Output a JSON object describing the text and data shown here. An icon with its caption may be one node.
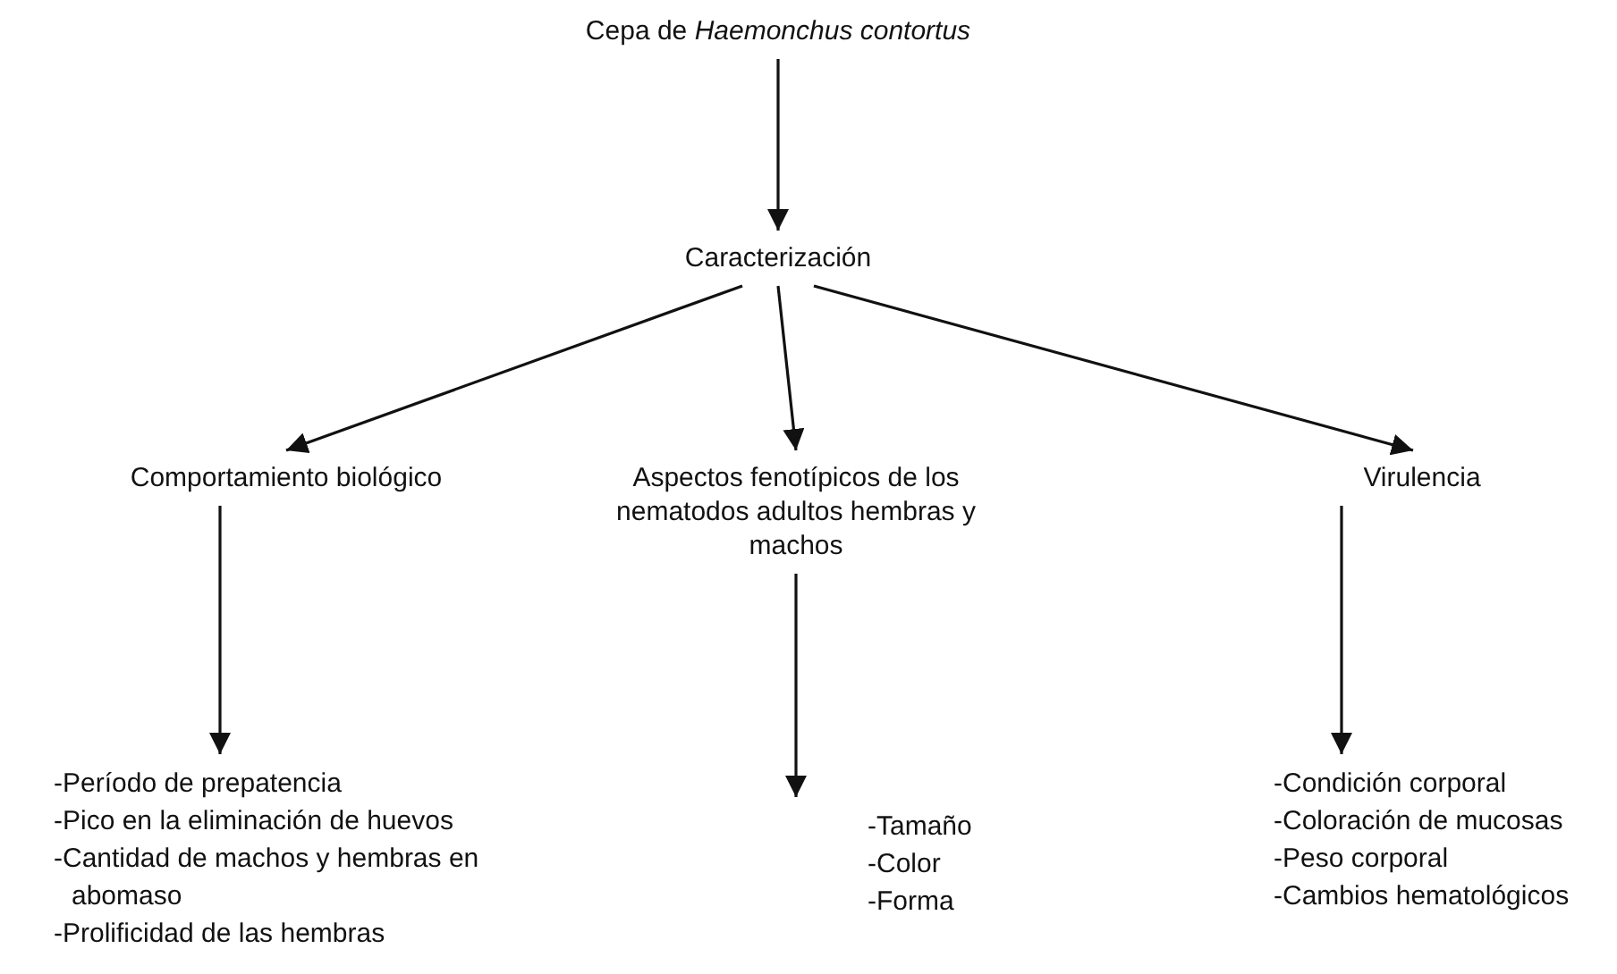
{
  "diagram": {
    "nodes": [
      {
        "text": [
          "Cepa de *Haemonchus contortus*"
        ]
      },
      {
        "text": [
          "Caracterización"
        ]
      },
      {
        "text": [
          "Comportamiento biológico"
        ]
      },
      {
        "text": [
          "Aspectos fenotípicos de los nematodos adultos hembras y machos"
        ]
      },
      {
        "text": [
          "Virulencia"
        ]
      },
      {
        "text": [
          "-Período de prepatencia",
          "-Pico en la eliminación de huevos",
          "-Cantidad de machos y hembras en abomaso",
          "-Prolificidad de las hembras"
        ]
      },
      {
        "text": [
          "-Tamaño",
          "-Color",
          "-Forma"
        ]
      },
      {
        "text": [
          "-Condición corporal",
          "-Coloración de mucosas",
          "-Peso corporal",
          "-Cambios hematológicos"
        ]
      }
    ],
    "edges": [
      {
        "from": 0,
        "to": 1,
        "arrow": "to"
      },
      {
        "from": 1,
        "to": 2,
        "arrow": "to"
      },
      {
        "from": 1,
        "to": 3,
        "arrow": "to"
      },
      {
        "from": 1,
        "to": 4,
        "arrow": "to"
      },
      {
        "from": 2,
        "to": 5,
        "arrow": "to"
      },
      {
        "from": 3,
        "to": 6,
        "arrow": "to"
      },
      {
        "from": 4,
        "to": 7,
        "arrow": "to"
      }
    ]
  }
}
